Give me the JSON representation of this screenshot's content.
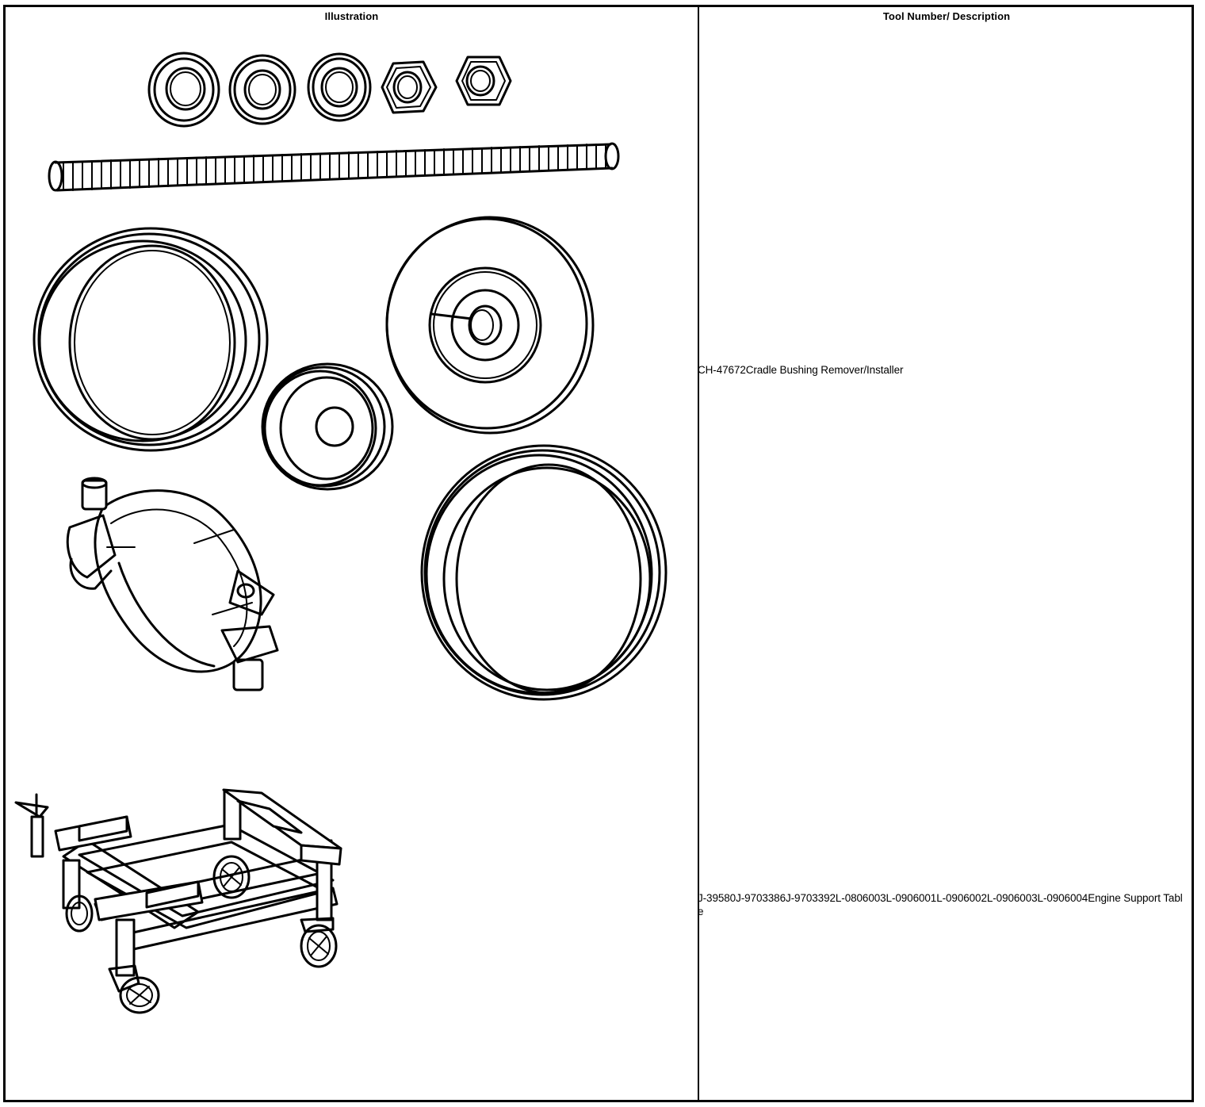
{
  "table": {
    "headers": {
      "illustration": "Illustration",
      "description": "Tool Number/ Description"
    },
    "rows": [
      {
        "description": "CH-47672Cradle Bushing Remover/Installer",
        "illustration_icon": "bushing-remover-installer-kit-icon"
      },
      {
        "description": "J-39580J-9703386J-9703392L-0806003L-0906001L-0906002L-0906003L-0906004Engine Support Table",
        "illustration_icon": "engine-support-table-icon"
      }
    ]
  }
}
